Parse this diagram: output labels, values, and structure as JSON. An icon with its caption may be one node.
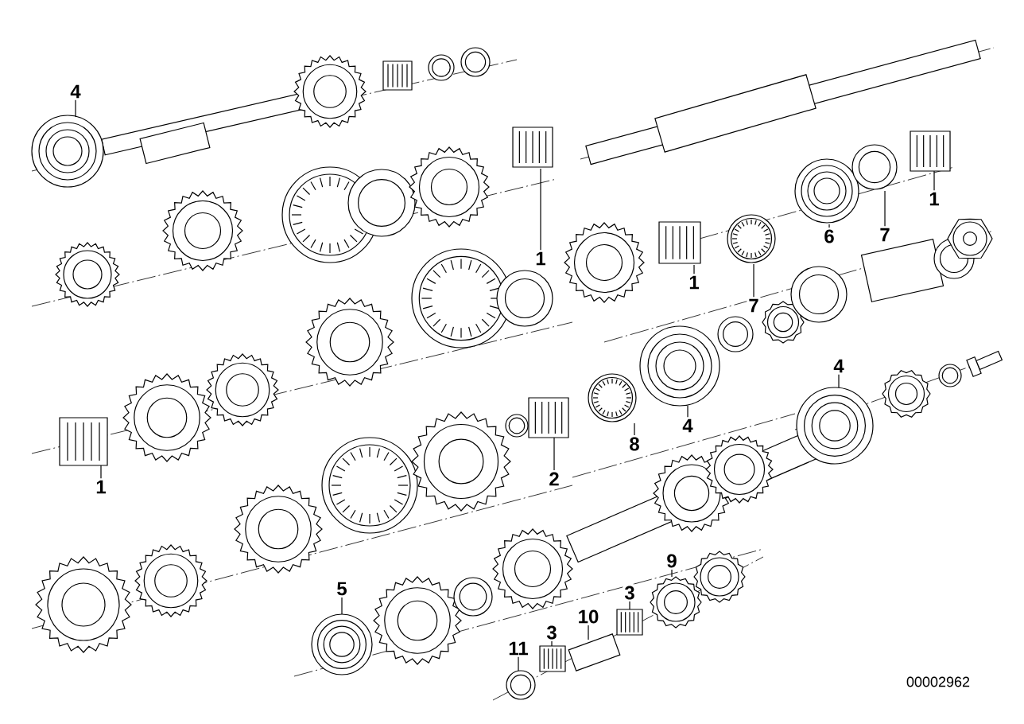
{
  "diagram": {
    "nodes": [
      {
        "text": [
          "4"
        ]
      },
      {
        "text": [
          "1"
        ]
      },
      {
        "text": [
          "1"
        ]
      },
      {
        "text": [
          "7"
        ]
      },
      {
        "text": [
          "6"
        ]
      },
      {
        "text": [
          "7"
        ]
      },
      {
        "text": [
          "1"
        ]
      },
      {
        "text": [
          "8"
        ]
      },
      {
        "text": [
          "4"
        ]
      },
      {
        "text": [
          "4"
        ]
      },
      {
        "text": [
          "2"
        ]
      },
      {
        "text": [
          "1"
        ]
      },
      {
        "text": [
          "5"
        ]
      },
      {
        "text": [
          "9"
        ]
      },
      {
        "text": [
          "3"
        ]
      },
      {
        "text": [
          "3"
        ]
      },
      {
        "text": [
          "10"
        ]
      },
      {
        "text": [
          "11"
        ]
      }
    ],
    "edges": [
      {
        "from": 0,
        "to": null,
        "arrow": "none"
      },
      {
        "from": 1,
        "to": null,
        "arrow": "none"
      },
      {
        "from": 2,
        "to": null,
        "arrow": "none"
      },
      {
        "from": 3,
        "to": null,
        "arrow": "none"
      },
      {
        "from": 4,
        "to": null,
        "arrow": "none"
      },
      {
        "from": 5,
        "to": null,
        "arrow": "none"
      },
      {
        "from": 6,
        "to": null,
        "arrow": "none"
      },
      {
        "from": 7,
        "to": null,
        "arrow": "none"
      },
      {
        "from": 8,
        "to": null,
        "arrow": "none"
      },
      {
        "from": 9,
        "to": null,
        "arrow": "none"
      },
      {
        "from": 10,
        "to": null,
        "arrow": "none"
      },
      {
        "from": 11,
        "to": null,
        "arrow": "none"
      },
      {
        "from": 12,
        "to": null,
        "arrow": "none"
      },
      {
        "from": 13,
        "to": null,
        "arrow": "none"
      },
      {
        "from": 14,
        "to": null,
        "arrow": "none"
      },
      {
        "from": 15,
        "to": null,
        "arrow": "none"
      },
      {
        "from": 16,
        "to": null,
        "arrow": "none"
      },
      {
        "from": 17,
        "to": null,
        "arrow": "none"
      }
    ],
    "labels": [
      "00002962"
    ]
  }
}
